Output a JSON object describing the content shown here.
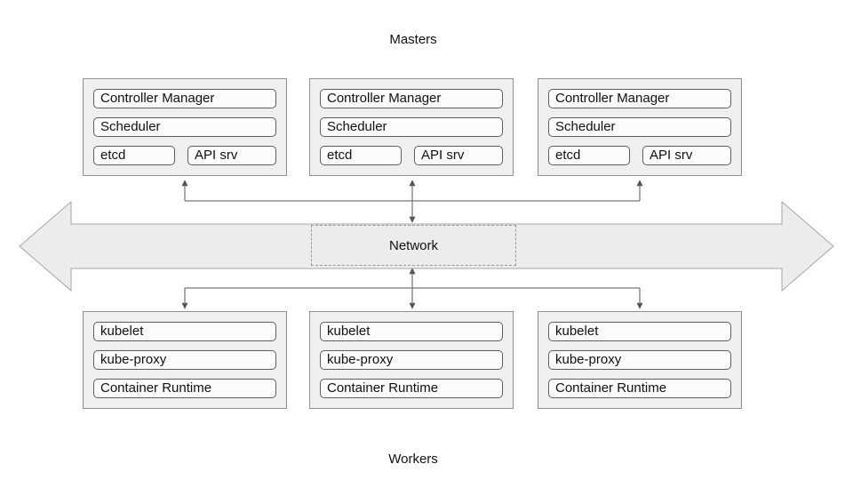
{
  "labels": {
    "masters": "Masters",
    "workers": "Workers",
    "network": "Network"
  },
  "master_node": {
    "controller_manager": "Controller Manager",
    "scheduler": "Scheduler",
    "etcd": "etcd",
    "api_srv": "API srv"
  },
  "worker_node": {
    "kubelet": "kubelet",
    "kube_proxy": "kube-proxy",
    "container_runtime": "Container Runtime"
  },
  "colors": {
    "node_fill": "#efefef",
    "node_border": "#919191",
    "item_fill": "#fbfbfb",
    "item_border": "#5f5f5f",
    "arrow_fill": "#ececec",
    "arrow_border": "#a6a6a6",
    "connector": "#555555"
  }
}
